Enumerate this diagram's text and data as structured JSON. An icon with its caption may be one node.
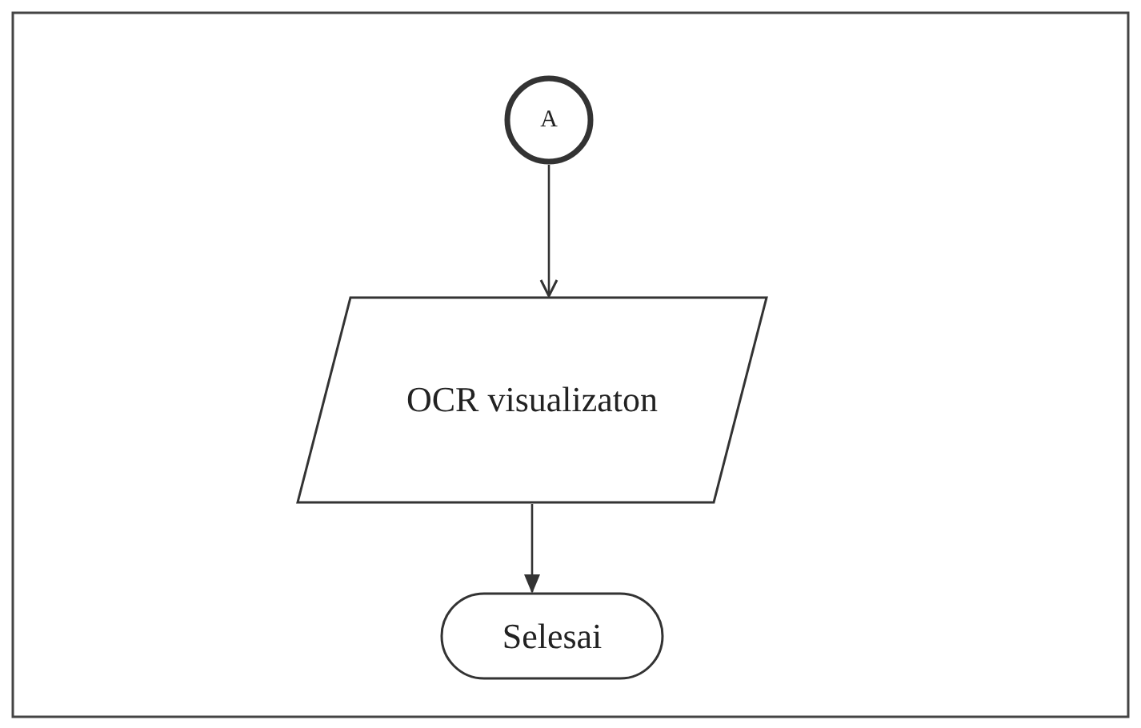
{
  "diagram": {
    "nodes": [
      {
        "text": [
          "A"
        ]
      },
      {
        "text": [
          "OCR visualizaton"
        ]
      },
      {
        "text": [
          "Selesai"
        ]
      }
    ],
    "edges": [
      {
        "from": 0,
        "to": 1,
        "arrow": "to"
      },
      {
        "from": 1,
        "to": 2,
        "arrow": "to"
      }
    ]
  }
}
